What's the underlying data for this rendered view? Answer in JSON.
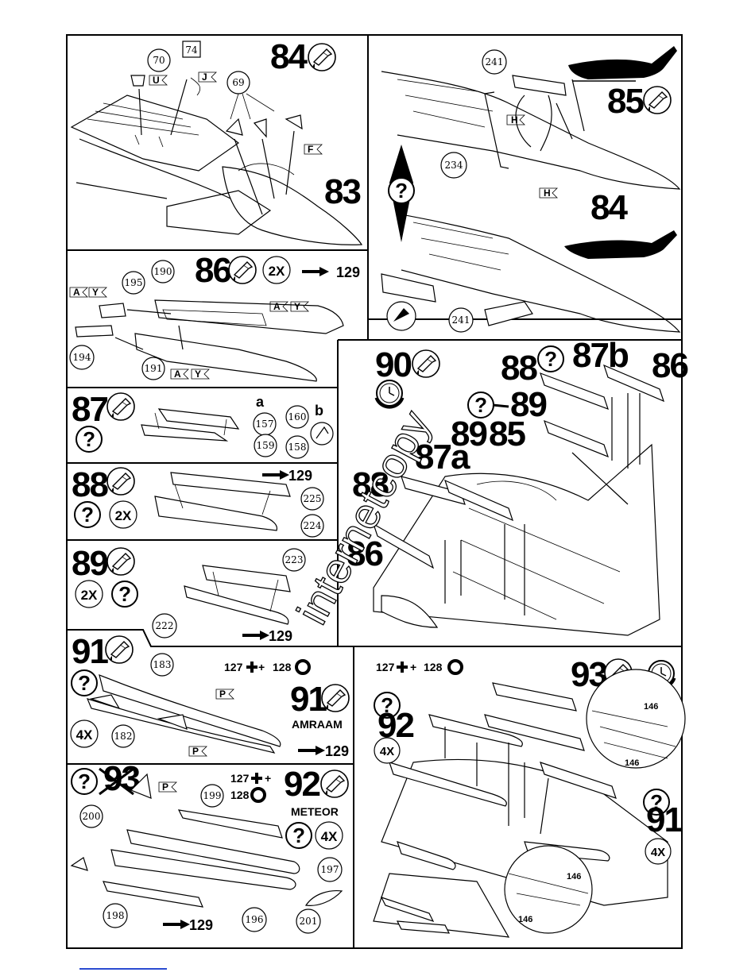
{
  "sheet": {
    "title": "",
    "watermark": "internetcopy"
  },
  "steps": [
    {
      "num": "84",
      "parts": [
        "70",
        "74",
        "69"
      ],
      "flags": [
        "U",
        "J",
        "F"
      ],
      "next": "83"
    },
    {
      "num": "85",
      "parts": [
        "241",
        "234",
        "241"
      ],
      "flags": [
        "H",
        "H"
      ],
      "next": "84"
    },
    {
      "num": "86",
      "qty": "2X",
      "parts": [
        "195",
        "190",
        "194",
        "191"
      ],
      "flags": [
        "A",
        "Y",
        "A",
        "Y",
        "A",
        "Y"
      ],
      "arrow": "129"
    },
    {
      "num": "87",
      "parts": [
        "157",
        "160",
        "159",
        "158"
      ],
      "letters": [
        "a",
        "b"
      ]
    },
    {
      "num": "88",
      "qty": "2X",
      "parts": [
        "225",
        "224"
      ],
      "arrow": "129"
    },
    {
      "num": "89",
      "qty": "2X",
      "parts": [
        "223",
        "222"
      ],
      "arrow": "129"
    },
    {
      "num": "90",
      "labels": [
        "88",
        "87b",
        "86",
        "89",
        "89",
        "85",
        "87a",
        "88",
        "86"
      ]
    },
    {
      "num": "91",
      "qty": "4X",
      "name": "AMRAAM",
      "parts": [
        "183",
        "182"
      ],
      "flags": [
        "P",
        "P"
      ],
      "decals": [
        "127",
        "128"
      ],
      "arrow": "129"
    },
    {
      "num": "92",
      "qty": "4X",
      "name": "METEOR",
      "parts": [
        "200",
        "199",
        "197",
        "198",
        "196",
        "201"
      ],
      "flags": [
        "P"
      ],
      "decals": [
        "127",
        "128"
      ],
      "crossed": "93",
      "arrow": "129"
    },
    {
      "num": "93",
      "labels": [
        "92",
        "4X",
        "91",
        "4X",
        "146",
        "146",
        "146",
        "146"
      ],
      "decals": [
        "127",
        "128"
      ]
    }
  ]
}
